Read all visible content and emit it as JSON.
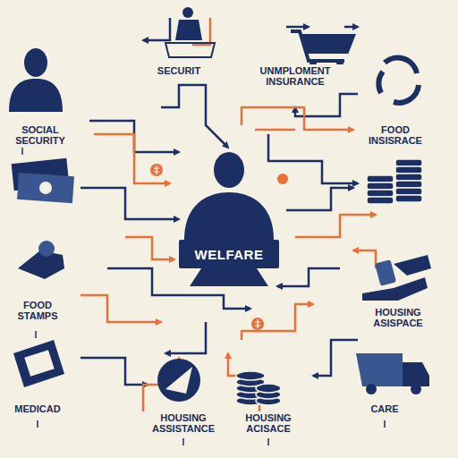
{
  "diagram": {
    "nodes": [
      {
        "text": [
          "WELFARE"
        ]
      }
    ],
    "labels": [
      "SOCIAL SECURITY",
      "SECURIT",
      "UNMPLOMENT INSURANCE",
      "FOOD INSISRACE",
      "FOOD STAMPS",
      "HOUSING ASISPACE",
      "MEDICAD",
      "HOUSING ASSISTANCE",
      "HOUSING ACISACE",
      "CARE"
    ]
  }
}
